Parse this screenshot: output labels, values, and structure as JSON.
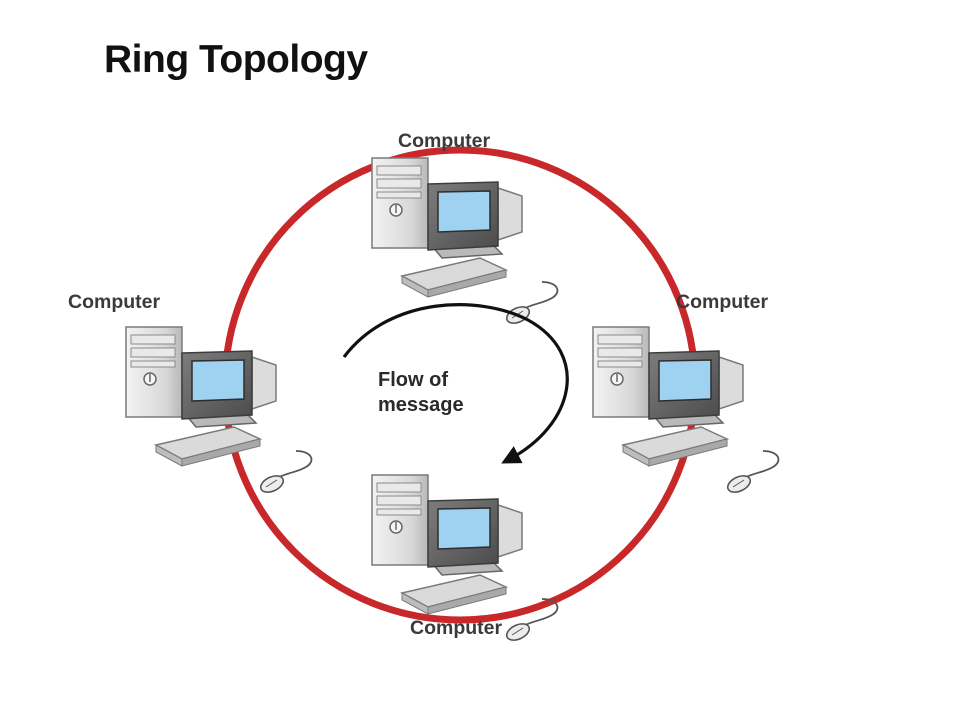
{
  "title": "Ring Topology",
  "nodes": [
    {
      "id": "top",
      "label": "Computer"
    },
    {
      "id": "left",
      "label": "Computer"
    },
    {
      "id": "right",
      "label": "Computer"
    },
    {
      "id": "bottom",
      "label": "Computer"
    }
  ],
  "flow": {
    "line1": "Flow of",
    "line2": "message"
  },
  "colors": {
    "ring": "#c8282a",
    "screen": "#9fd1f0",
    "arrow": "#111111"
  }
}
